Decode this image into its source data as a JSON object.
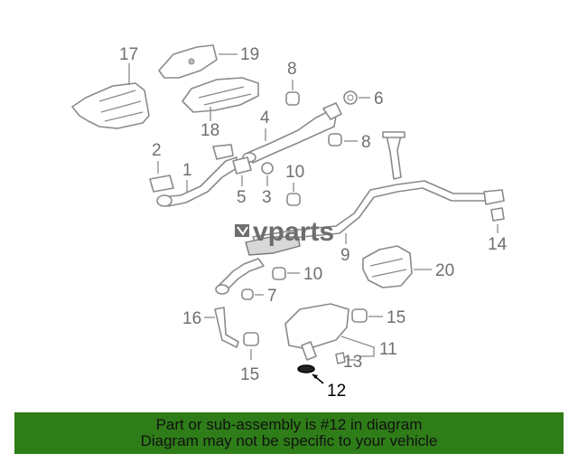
{
  "brand": {
    "logo_text": "vparts"
  },
  "callouts": {
    "c1": "1",
    "c2": "2",
    "c3": "3",
    "c4": "4",
    "c5": "5",
    "c6": "6",
    "c7": "7",
    "c8a": "8",
    "c8b": "8",
    "c9": "9",
    "c10a": "10",
    "c10b": "10",
    "c11": "11",
    "c12": "12",
    "c13": "13",
    "c14": "14",
    "c15a": "15",
    "c15b": "15",
    "c16": "16",
    "c17": "17",
    "c18": "18",
    "c19": "19",
    "c20": "20"
  },
  "highlight": {
    "part_number": "12",
    "color": "#000000"
  },
  "footer": {
    "line1": "Part or sub-assembly is #12 in diagram",
    "line2": "Diagram may not be specific to your vehicle",
    "background": "#2e7d18"
  }
}
